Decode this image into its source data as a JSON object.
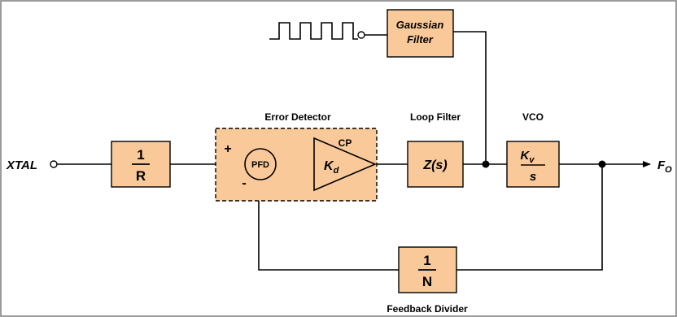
{
  "colors": {
    "block_fill": "#f9c99a",
    "stroke": "#000000",
    "frame": "#7a7a7a"
  },
  "labels": {
    "input": "XTAL",
    "output_main": "F",
    "output_sub": "O",
    "gaussian_filter_line1": "Gaussian",
    "gaussian_filter_line2": "Filter",
    "error_detector": "Error Detector",
    "loop_filter": "Loop Filter",
    "vco": "VCO",
    "cp": "CP",
    "pfd": "PFD",
    "plus": "+",
    "minus": "-",
    "feedback_divider": "Feedback Divider",
    "r_num": "1",
    "r_den": "R",
    "n_num": "1",
    "n_den": "N",
    "kd_main": "K",
    "kd_sub": "d",
    "zs": "Z(s)",
    "vco_num_main": "K",
    "vco_num_sub": "v",
    "vco_den": "s"
  }
}
